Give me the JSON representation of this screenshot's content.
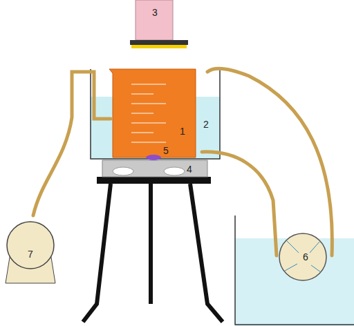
{
  "diagram": {
    "labels": [
      "3",
      "1",
      "2",
      "5",
      "4",
      "7",
      "6"
    ]
  }
}
